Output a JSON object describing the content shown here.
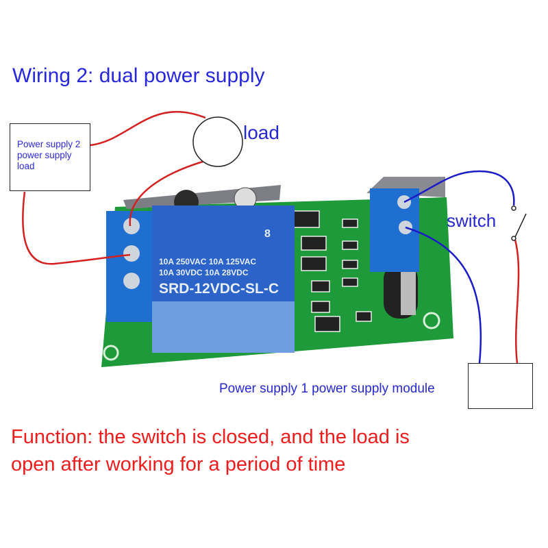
{
  "title": "Wiring 2: dual power supply",
  "power_supply_2": {
    "lines": [
      "Power supply 2",
      "power supply",
      "load"
    ]
  },
  "load_label": "load",
  "switch_label": "switch",
  "power_supply_1_label": "Power supply 1 power supply module",
  "function_text": {
    "line1": "Function: the switch is closed, and the load is",
    "line2": "open after working for a period of time"
  },
  "relay": {
    "line1": "10A 250VAC  10A 125VAC",
    "line2": "10A  30VDC  10A  28VDC",
    "model": "SRD-12VDC-SL-C",
    "mark": "8"
  },
  "colors": {
    "title": "#2727e0",
    "function": "#ee1c1c",
    "pcb": "#1f9a3a",
    "terminal": "#1f6fd0",
    "relay": "#2b63c9"
  }
}
